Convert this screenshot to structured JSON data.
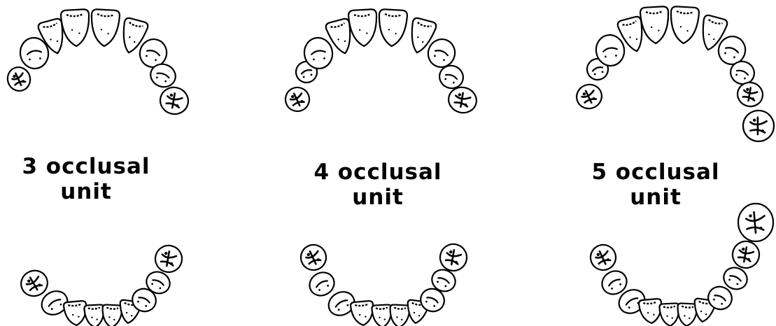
{
  "panels": [
    {
      "line1": "3 occlusal",
      "line2": "unit"
    },
    {
      "line1": "4 occlusal",
      "line2": "unit"
    },
    {
      "line1": "5 occlusal",
      "line2": "unit"
    }
  ],
  "colors": {
    "ink": "#000000",
    "background": "#ffffff"
  }
}
